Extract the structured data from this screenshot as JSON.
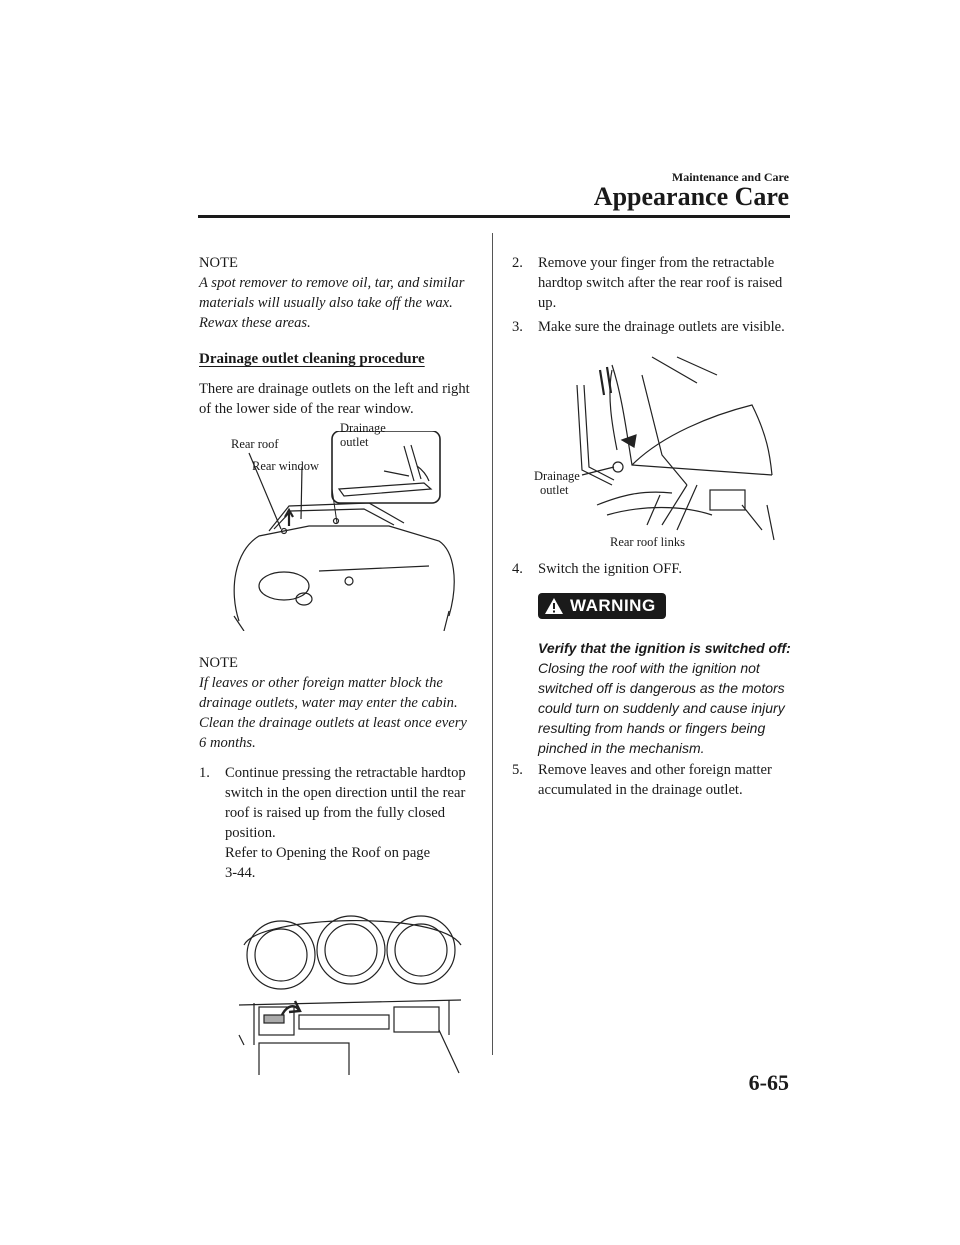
{
  "header": {
    "section_small": "Maintenance and Care",
    "section_big": "Appearance Care"
  },
  "left": {
    "note1_label": "NOTE",
    "note1_text": "A spot remover to remove oil, tar, and similar materials will usually also take off the wax. Rewax these areas.",
    "subhead": "Drainage outlet cleaning procedure",
    "intro": "There are drainage outlets on the left and right of the lower side of the rear window.",
    "fig1_labels": {
      "rear_roof": "Rear roof",
      "rear_window": "Rear window",
      "drainage_line1": "Drainage",
      "drainage_line2": "outlet"
    },
    "note2_label": "NOTE",
    "note2_text": "If leaves or other foreign matter block the drainage outlets, water may enter the cabin. Clean the drainage outlets at least once every 6 months.",
    "step1_num": "1.",
    "step1_text": "Continue pressing the retractable hardtop switch in the open direction until the rear roof is raised up from the fully closed position.",
    "step1_ref_line1": "Refer to Opening the Roof on page",
    "step1_ref_line2": "3-44."
  },
  "right": {
    "step2_num": "2.",
    "step2_text": "Remove your finger from the retractable hardtop switch after the rear roof is raised up.",
    "step3_num": "3.",
    "step3_text": "Make sure the drainage outlets are visible.",
    "fig3_labels": {
      "drainage_line1": "Drainage",
      "drainage_line2": "outlet",
      "rear_roof_links": "Rear roof links"
    },
    "step4_num": "4.",
    "step4_text": "Switch the ignition OFF.",
    "warning_label": "WARNING",
    "warning_head": "Verify that the ignition is switched off:",
    "warning_body": "Closing the roof with the ignition not switched off is dangerous as the motors could turn on suddenly and cause injury resulting from hands or fingers being pinched in the mechanism.",
    "step5_num": "5.",
    "step5_text": "Remove leaves and other foreign matter accumulated in the drainage outlet."
  },
  "footer": {
    "page_number": "6-65"
  }
}
